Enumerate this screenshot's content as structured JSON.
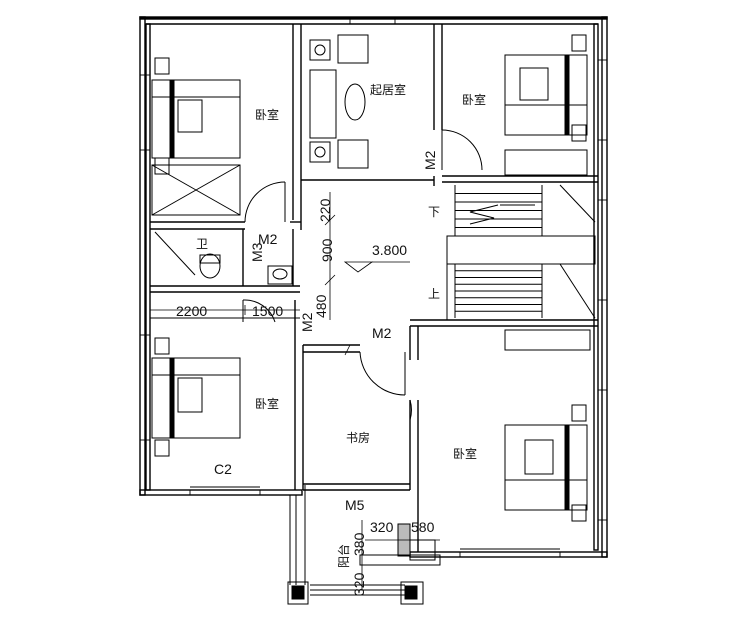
{
  "rooms": {
    "bedroom_nw": "卧室",
    "bedroom_ne": "卧室",
    "bedroom_sw": "卧室",
    "bedroom_se": "卧室",
    "living": "起居室",
    "study": "书房",
    "bath": "卫",
    "balcony": "阳台"
  },
  "doors": {
    "m2_living": "M2",
    "m2_bedroom": "M2",
    "m3_bath": "M3",
    "m2_bath": "M2",
    "m2_study": "M2",
    "m5_study": "M5"
  },
  "windows": {
    "c2": "C2"
  },
  "stairs": {
    "down": "下",
    "up": "上"
  },
  "elevation": "3.800",
  "dimensions": {
    "d220": "220",
    "d900": "900",
    "d480": "480",
    "d2200": "2200",
    "d1500": "1500",
    "d320a": "320",
    "d580": "580",
    "d380": "380",
    "d320b": "320"
  }
}
